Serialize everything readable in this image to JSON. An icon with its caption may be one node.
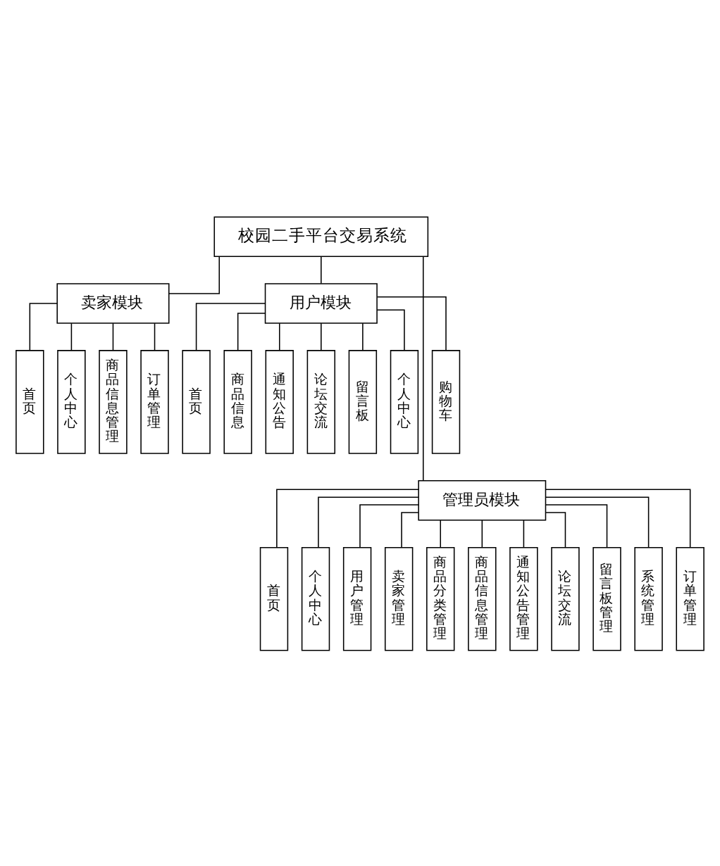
{
  "diagram": {
    "nodes": [
      {
        "text": [
          "校园二手平台交易系统"
        ]
      },
      {
        "text": [
          "卖家模块"
        ]
      },
      {
        "text": [
          "用户模块"
        ]
      },
      {
        "text": [
          "首页"
        ]
      },
      {
        "text": [
          "个人中心"
        ]
      },
      {
        "text": [
          "商品信息管理"
        ]
      },
      {
        "text": [
          "订单管理"
        ]
      },
      {
        "text": [
          "首页"
        ]
      },
      {
        "text": [
          "商品信息"
        ]
      },
      {
        "text": [
          "通知公告"
        ]
      },
      {
        "text": [
          "论坛交流"
        ]
      },
      {
        "text": [
          "留言板"
        ]
      },
      {
        "text": [
          "个人中心"
        ]
      },
      {
        "text": [
          "购物车"
        ]
      },
      {
        "text": [
          "管理员模块"
        ]
      },
      {
        "text": [
          "首页"
        ]
      },
      {
        "text": [
          "个人中心"
        ]
      },
      {
        "text": [
          "用户管理"
        ]
      },
      {
        "text": [
          "卖家管理"
        ]
      },
      {
        "text": [
          "商品分类管理"
        ]
      },
      {
        "text": [
          "商品信息管理"
        ]
      },
      {
        "text": [
          "通知公告管理"
        ]
      },
      {
        "text": [
          "论坛交流"
        ]
      },
      {
        "text": [
          "留言板管理"
        ]
      },
      {
        "text": [
          "系统管理"
        ]
      },
      {
        "text": [
          "订单管理"
        ]
      }
    ],
    "edges": [
      {
        "from": 0,
        "to": 1,
        "arrow": "none"
      },
      {
        "from": 0,
        "to": 2,
        "arrow": "none"
      },
      {
        "from": 1,
        "to": 3,
        "arrow": "none"
      },
      {
        "from": 1,
        "to": 4,
        "arrow": "none"
      },
      {
        "from": 1,
        "to": 5,
        "arrow": "none"
      },
      {
        "from": 1,
        "to": 6,
        "arrow": "none"
      },
      {
        "from": 2,
        "to": 7,
        "arrow": "none"
      },
      {
        "from": 2,
        "to": 8,
        "arrow": "none"
      },
      {
        "from": 2,
        "to": 9,
        "arrow": "none"
      },
      {
        "from": 2,
        "to": 10,
        "arrow": "none"
      },
      {
        "from": 2,
        "to": 11,
        "arrow": "none"
      },
      {
        "from": 2,
        "to": 12,
        "arrow": "none"
      },
      {
        "from": 2,
        "to": 13,
        "arrow": "none"
      },
      {
        "from": 0,
        "to": 14,
        "arrow": "none"
      },
      {
        "from": 14,
        "to": 15,
        "arrow": "none"
      },
      {
        "from": 14,
        "to": 16,
        "arrow": "none"
      },
      {
        "from": 14,
        "to": 17,
        "arrow": "none"
      },
      {
        "from": 14,
        "to": 18,
        "arrow": "none"
      },
      {
        "from": 14,
        "to": 19,
        "arrow": "none"
      },
      {
        "from": 14,
        "to": 20,
        "arrow": "none"
      },
      {
        "from": 14,
        "to": 21,
        "arrow": "none"
      },
      {
        "from": 14,
        "to": 22,
        "arrow": "none"
      },
      {
        "from": 14,
        "to": 23,
        "arrow": "none"
      },
      {
        "from": 14,
        "to": 24,
        "arrow": "none"
      },
      {
        "from": 14,
        "to": 25,
        "arrow": "none"
      }
    ]
  }
}
